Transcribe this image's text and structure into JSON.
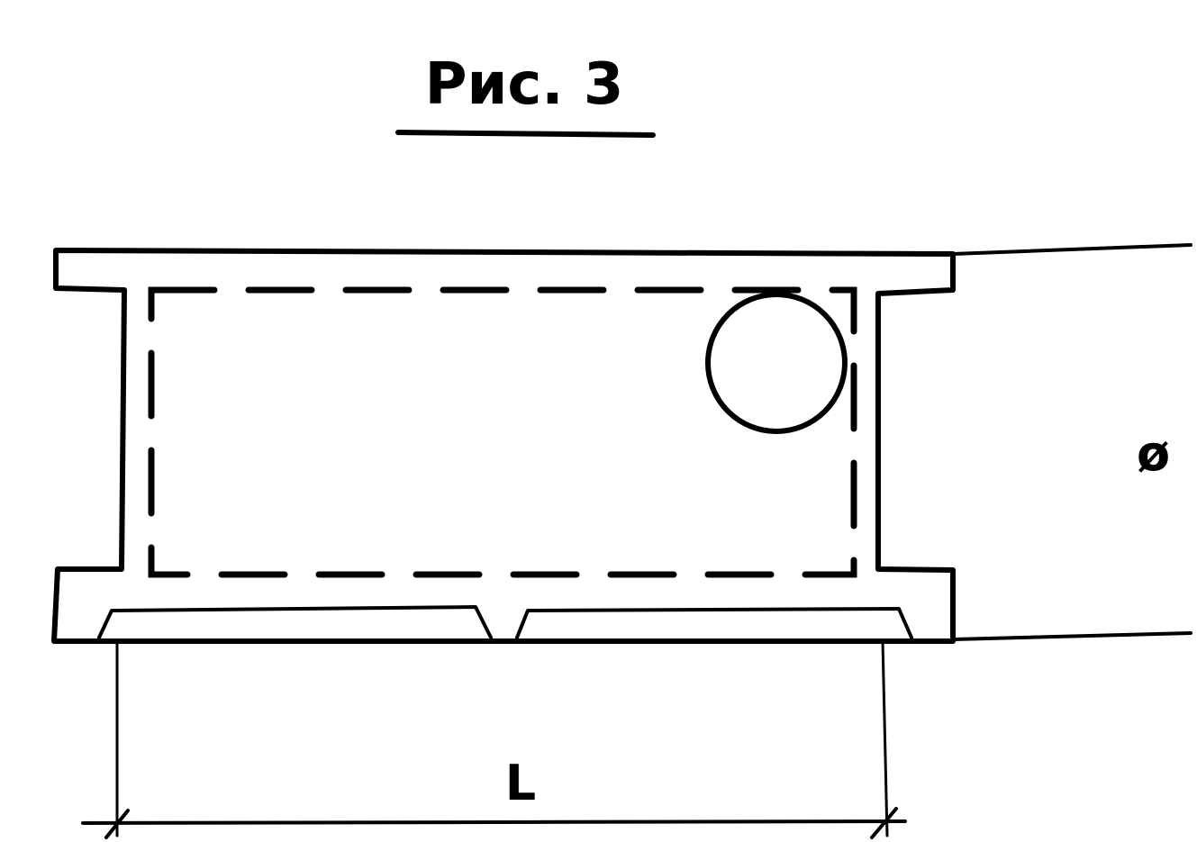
{
  "figure": {
    "title": "Рис. 3",
    "dimension_label": "L",
    "side_label": "ø"
  }
}
